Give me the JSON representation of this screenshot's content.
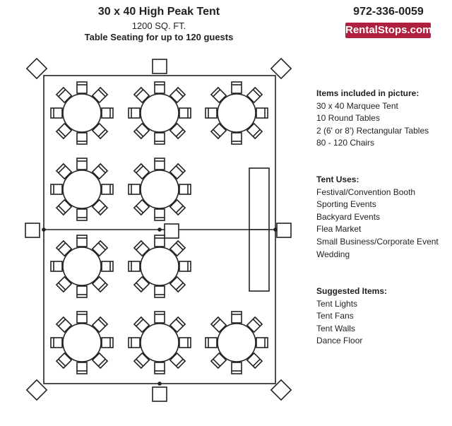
{
  "header": {
    "title": "30 x 40 High Peak Tent",
    "sqft": "1200 SQ. FT.",
    "seating": "Table Seating for up to 120 guests"
  },
  "contact": {
    "phone": "972-336-0059",
    "brand": "RentalStops.com",
    "brand_color": "#b0203f"
  },
  "layout": {
    "round_tables": [
      [
        1,
        1,
        1
      ],
      [
        1,
        1,
        0
      ],
      [
        1,
        1,
        0
      ],
      [
        1,
        1,
        1
      ]
    ],
    "chairs_per_table": 8,
    "rectangular_tables": 2
  },
  "sections": [
    {
      "heading": "Items included in picture:",
      "items": [
        "30 x 40 Marquee Tent",
        "10 Round Tables",
        "2 (6' or 8') Rectangular Tables",
        "80 - 120 Chairs"
      ]
    },
    {
      "heading": "Tent Uses:",
      "items": [
        "Festival/Convention Booth",
        "Sporting Events",
        "Backyard Events",
        "Flea Market",
        "Small Business/Corporate Event",
        "Wedding"
      ]
    },
    {
      "heading": "Suggested Items:",
      "items": [
        "Tent Lights",
        "Tent Fans",
        "Tent Walls",
        "Dance Floor"
      ]
    }
  ]
}
